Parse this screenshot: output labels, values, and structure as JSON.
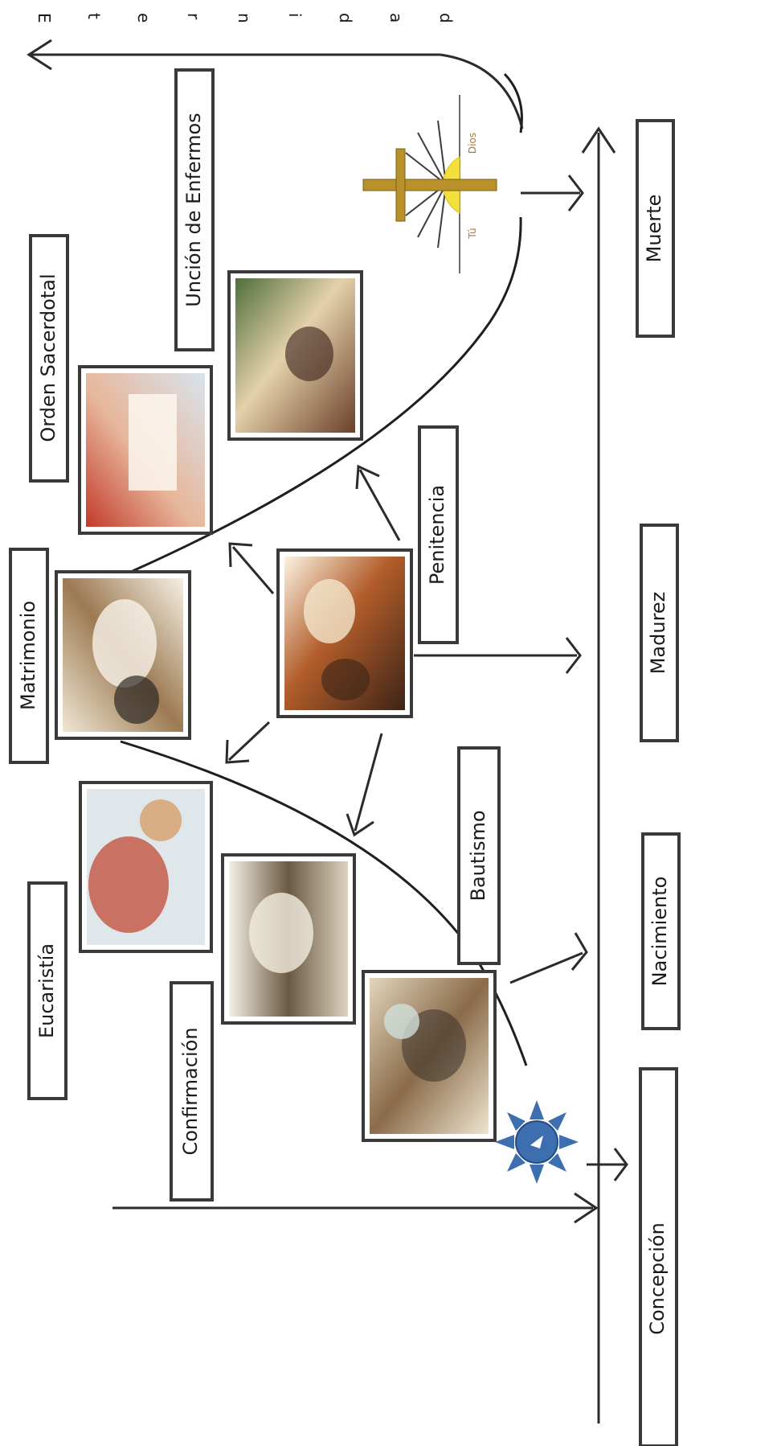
{
  "title_word": "Eternidad",
  "title_letters": [
    "E",
    "t",
    "e",
    "r",
    "n",
    "i",
    "d",
    "a",
    "d"
  ],
  "sacraments": {
    "bautismo": "Bautismo",
    "confirmacion": "Confirmación",
    "eucaristia": "Eucaristía",
    "matrimonio": "Matrimonio",
    "penitencia": "Penitencia",
    "orden_sacerdotal": "Orden Sacerdotal",
    "uncion": "Unción de Enfermos"
  },
  "life_stages": {
    "concepcion": "Concepción",
    "nacimiento": "Nacimiento",
    "madurez": "Madurez",
    "muerte": "Muerte"
  },
  "sun_words": [
    "Tú",
    "Dios"
  ],
  "colors": {
    "ink": "#2b2b2b",
    "gold": "#c9a227",
    "sun": "#f4e03a",
    "blue_sun": "#3d6fb0",
    "frame": "#3a3a3a"
  },
  "icons": [
    "dove-sun-icon",
    "cross-sun-icon"
  ]
}
